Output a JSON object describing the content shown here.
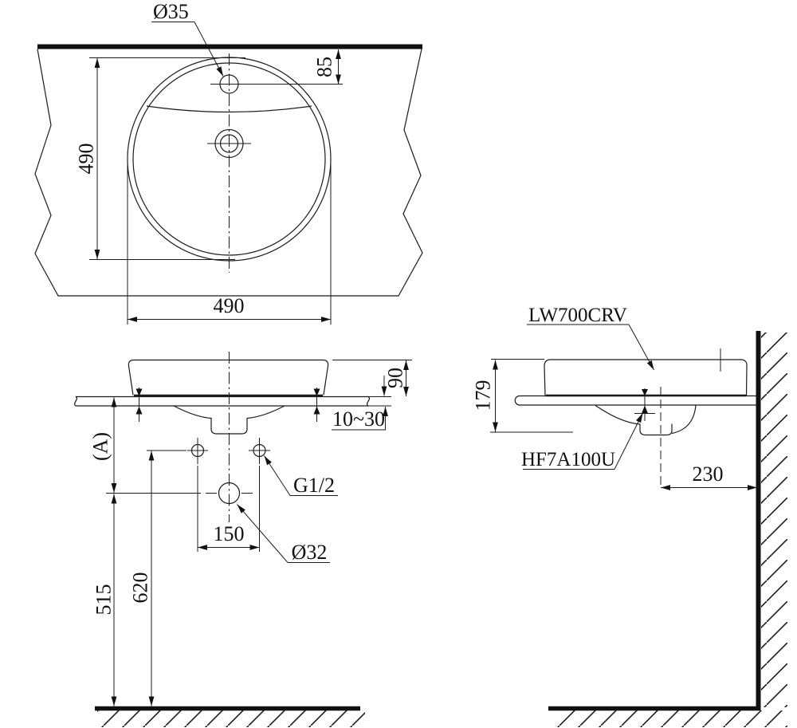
{
  "drawing": {
    "labels": {
      "faucet_dia": "Ø35",
      "faucet_offset": "85",
      "width": "490",
      "depth": "490",
      "rim_height": "90",
      "counter_thickness": "10~30",
      "ref_a": "(A)",
      "supply_thread": "G1/2",
      "supply_spacing": "150",
      "drain_dia": "Ø32",
      "supply_height": "620",
      "drain_height": "515",
      "model": "LW700CRV",
      "fitting": "HF7A100U",
      "side_height": "179",
      "drain_to_wall": "230"
    }
  }
}
